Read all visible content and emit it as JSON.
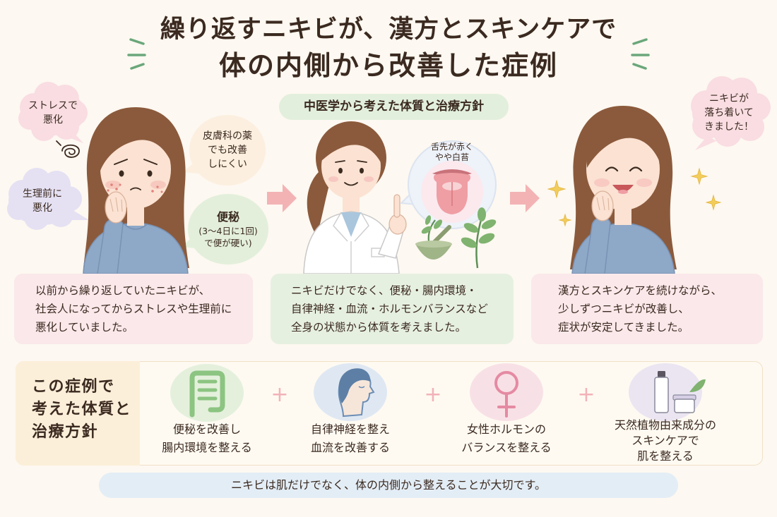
{
  "title": {
    "line1": "繰り返すニキビが、漢方とスキンケアで",
    "line2": "体の内側から改善した症例"
  },
  "bubbles": {
    "stress": [
      "ストレスで",
      "悪化"
    ],
    "period": [
      "生理前に",
      "悪化"
    ],
    "medicine": [
      "皮膚科の薬",
      "でも改善",
      "しにくい"
    ],
    "constipation": [
      "便秘",
      "(3～4日に1回)",
      "で便が硬い)"
    ],
    "tongue": [
      "舌先が赤く",
      "やや白苔"
    ],
    "improved": [
      "ニキビが",
      "落ち着いて",
      "きました！"
    ]
  },
  "center_label": "中医学から考えた体質と治療方針",
  "cards": [
    [
      "以前から繰り返していたニキビが、",
      "社会人になってからストレスや生理前に",
      "悪化していました。"
    ],
    [
      "ニキビだけでなく、便秘・腸内環境・",
      "自律神経・血流・ホルモンバランスなど",
      "全身の状態から体質を考えました。"
    ],
    [
      "漢方とスキンケアを続けながら、",
      "少しずつニキビが改善し、",
      "症状が安定してきました。"
    ]
  ],
  "summary": {
    "heading": [
      "この症例で",
      "考えた体質と",
      "治療方針"
    ],
    "plus": "+",
    "items": [
      {
        "icon": "intestine-icon",
        "lines": [
          "便秘を改善し",
          "腸内環境を整える"
        ]
      },
      {
        "icon": "head-profile-icon",
        "lines": [
          "自律神経を整え",
          "血流を改善する"
        ]
      },
      {
        "icon": "female-symbol-icon",
        "lines": [
          "女性ホルモンの",
          "バランスを整える"
        ]
      },
      {
        "icon": "skincare-bottles-icon",
        "lines": [
          "天然植物由来成分の",
          "スキンケアで",
          "肌を整える"
        ]
      }
    ]
  },
  "footer": "ニキビは肌だけでなく、体の内側から整えることが大切です。",
  "colors": {
    "background": "#fdf8f1",
    "text": "#3b2a20",
    "hair": "#8b5a3c",
    "skin": "#fbe2d2",
    "sweater": "#8ea8c8",
    "arrow": "#f3b3b5",
    "pink_card": "#fae8ea",
    "green_card": "#e6f0e1",
    "green_label": "#e2efdc",
    "footer": "#e3edf6"
  }
}
